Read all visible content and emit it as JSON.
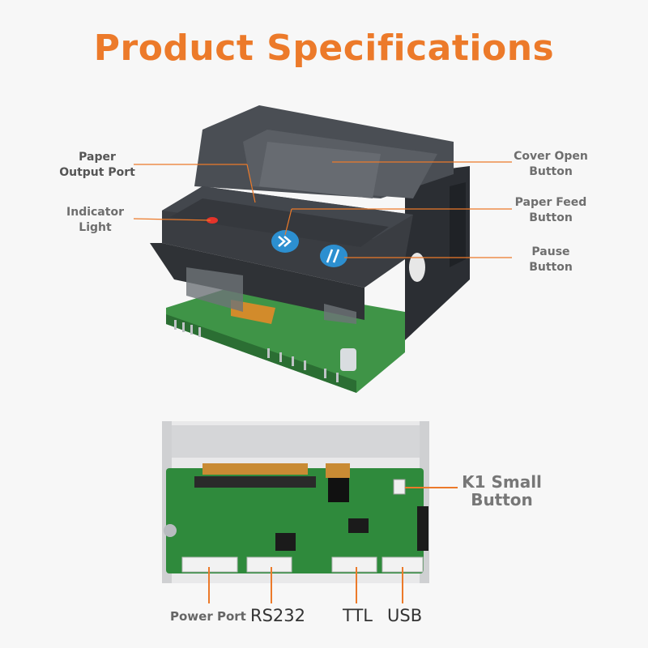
{
  "title": "Product Specifications",
  "top_labels": {
    "paper_output": [
      "Paper",
      "Output Port"
    ],
    "indicator": [
      "Indicator",
      "Light"
    ],
    "cover_open": [
      "Cover Open",
      "Button"
    ],
    "paper_feed": [
      "Paper Feed",
      "Button"
    ],
    "pause": [
      "Pause",
      "Button"
    ]
  },
  "bottom_labels": {
    "k1": [
      "K1 Small",
      "Button"
    ],
    "ports": [
      "Power Port",
      "RS232",
      "TTL",
      "USB"
    ]
  },
  "colors": {
    "accent": "#ec7a2a",
    "printer_body": "#3a3d42",
    "pcb_green": "#2f8a3c",
    "button_blue": "#2c8fd0",
    "indicator_red": "#e5332a"
  }
}
